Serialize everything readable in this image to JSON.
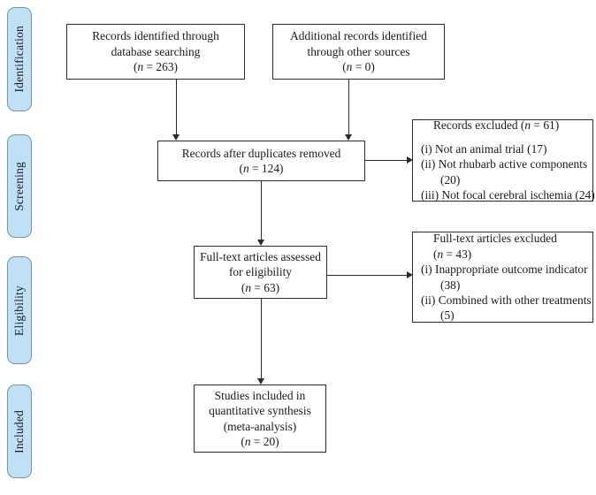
{
  "diagram": {
    "type": "prisma-flow-diagram",
    "title": "PRISMA flow diagram",
    "accent_color": "#bfe0f5",
    "accent_border_color": "#6f98ae",
    "line_color": "#2b2b2b",
    "background_color": "#ffffff"
  },
  "stages": [
    {
      "id": "identification",
      "label": "Identification"
    },
    {
      "id": "screening",
      "label": "Screening"
    },
    {
      "id": "eligibility",
      "label": "Eligibility"
    },
    {
      "id": "included",
      "label": "Included"
    }
  ],
  "boxes": {
    "database_search": {
      "id": "records-identified-database",
      "lines": [
        "Records identified through",
        "database searching"
      ],
      "count_prefix": "(",
      "count_italic": "n",
      "count_eq": " = 263)",
      "count_text": "(n = 263)",
      "n": 263
    },
    "other_sources": {
      "id": "records-identified-other-sources",
      "lines": [
        "Additional records identified",
        "through other sources"
      ],
      "count_text": "(n = 0)",
      "count_eq": " = 0)",
      "count_italic": "n",
      "count_prefix": "(",
      "n": 0
    },
    "duplicates_removed": {
      "id": "records-after-duplicates-removed",
      "lines": [
        "Records after duplicates removed"
      ],
      "count_text": "(n = 124)",
      "count_prefix": "(",
      "count_italic": "n",
      "count_eq": " = 124)",
      "n": 124
    },
    "records_excluded": {
      "id": "records-excluded",
      "heading_prefix": "Records excluded (",
      "heading_italic": "n",
      "heading_suffix": " = 61)",
      "heading_text": "Records excluded (n = 61)",
      "n": 61,
      "reasons": [
        {
          "marker": "(i)",
          "text": "Not an animal trial (17)",
          "count": 17
        },
        {
          "marker": "(ii)",
          "text": "Not rhubarb active components",
          "count": 20,
          "wrapped_count": "(20)"
        },
        {
          "marker": "(iii)",
          "text": "Not focal cerebral ischemia (24)",
          "count": 24
        }
      ]
    },
    "fulltext_assessed": {
      "id": "fulltext-articles-assessed",
      "lines": [
        "Full-text articles assessed",
        "for eligibility"
      ],
      "count_text": "(n = 63)",
      "count_prefix": "(",
      "count_italic": "n",
      "count_eq": " = 63)",
      "n": 63
    },
    "fulltext_excluded": {
      "id": "fulltext-articles-excluded",
      "heading_text": "Full-text articles excluded",
      "count_prefix": "(",
      "count_italic": "n",
      "count_eq": " = 43)",
      "count_text": "(n = 43)",
      "n": 43,
      "reasons": [
        {
          "marker": "(i)",
          "text": "Inappropriate outcome indicator",
          "count": 38,
          "wrapped_count": "(38)"
        },
        {
          "marker": "(ii)",
          "text": "Combined with other treatments",
          "count": 5,
          "wrapped_count": "(5)"
        }
      ]
    },
    "studies_included": {
      "id": "studies-included-quantitative-synthesis",
      "lines": [
        "Studies included in",
        "quantitative synthesis",
        "(meta-analysis)"
      ],
      "count_text": "(n = 20)",
      "count_prefix": "(",
      "count_italic": "n",
      "count_eq": " = 20)",
      "n": 20
    }
  },
  "connectors": [
    {
      "id": "database-search-to-duplicates",
      "from": "database_search",
      "to": "duplicates_removed",
      "direction": "down"
    },
    {
      "id": "other-sources-to-duplicates",
      "from": "other_sources",
      "to": "duplicates_removed",
      "direction": "down"
    },
    {
      "id": "duplicates-to-records-excluded",
      "from": "duplicates_removed",
      "to": "records_excluded",
      "direction": "right"
    },
    {
      "id": "duplicates-to-fulltext-assessed",
      "from": "duplicates_removed",
      "to": "fulltext_assessed",
      "direction": "down"
    },
    {
      "id": "fulltext-assessed-to-fulltext-excluded",
      "from": "fulltext_assessed",
      "to": "fulltext_excluded",
      "direction": "right"
    },
    {
      "id": "fulltext-assessed-to-studies-included",
      "from": "fulltext_assessed",
      "to": "studies_included",
      "direction": "down"
    }
  ]
}
